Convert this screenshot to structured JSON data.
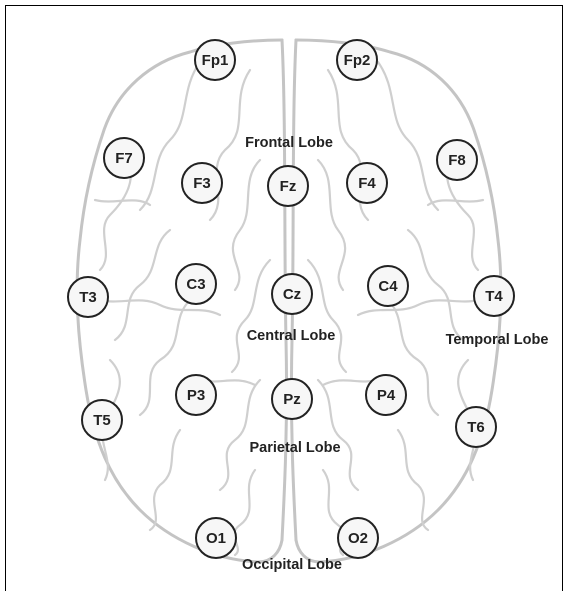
{
  "electrodes": {
    "fp1": "Fp1",
    "fp2": "Fp2",
    "f7": "F7",
    "f3": "F3",
    "fz": "Fz",
    "f4": "F4",
    "f8": "F8",
    "t3": "T3",
    "c3": "C3",
    "cz": "Cz",
    "c4": "C4",
    "t4": "T4",
    "t5": "T5",
    "p3": "P3",
    "pz": "Pz",
    "p4": "P4",
    "t6": "T6",
    "o1": "O1",
    "o2": "O2"
  },
  "lobes": {
    "frontal": "Frontal Lobe",
    "central": "Central Lobe",
    "temporal": "Temporal Lobe",
    "parietal": "Parietal Lobe",
    "occipital": "Occipital Lobe"
  },
  "colors": {
    "outline": "#222222",
    "brain_lines": "#bdbdbd",
    "electrode_fill": "#f7f7f7"
  }
}
